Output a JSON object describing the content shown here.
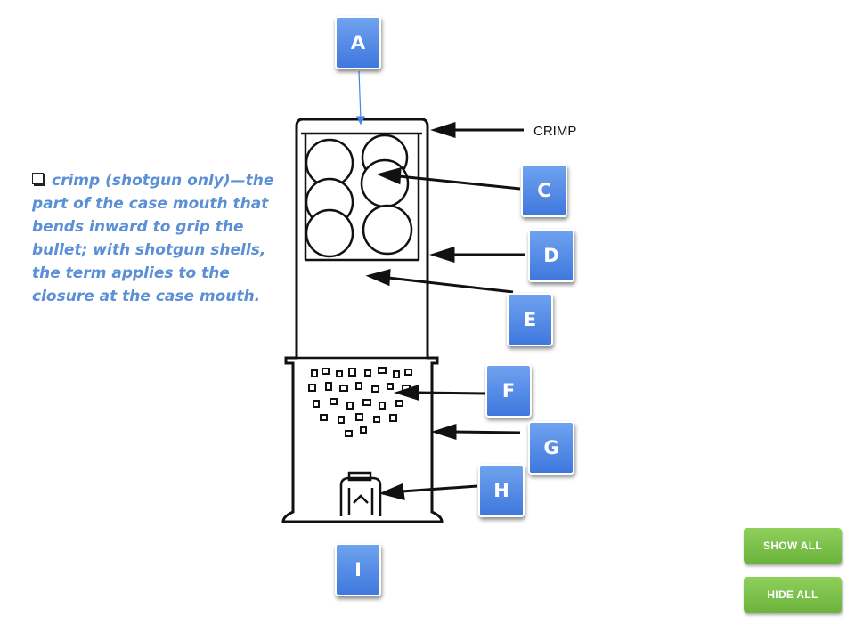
{
  "labels": {
    "a": "A",
    "c": "C",
    "d": "D",
    "e": "E",
    "f": "F",
    "g": "G",
    "h": "H",
    "i": "I"
  },
  "diagram": {
    "crimp_label": "CRIMP"
  },
  "definition": {
    "text": "crimp (shotgun only)—the part of the case mouth that bends inward to grip the bullet; with shotgun shells, the term applies to the closure at the case mouth."
  },
  "controls": {
    "show_all": "SHOW ALL",
    "hide_all": "HIDE ALL"
  },
  "colors": {
    "label_blue": "#4a82e4",
    "definition_text": "#5b8fd6",
    "control_green": "#7cc24a"
  }
}
